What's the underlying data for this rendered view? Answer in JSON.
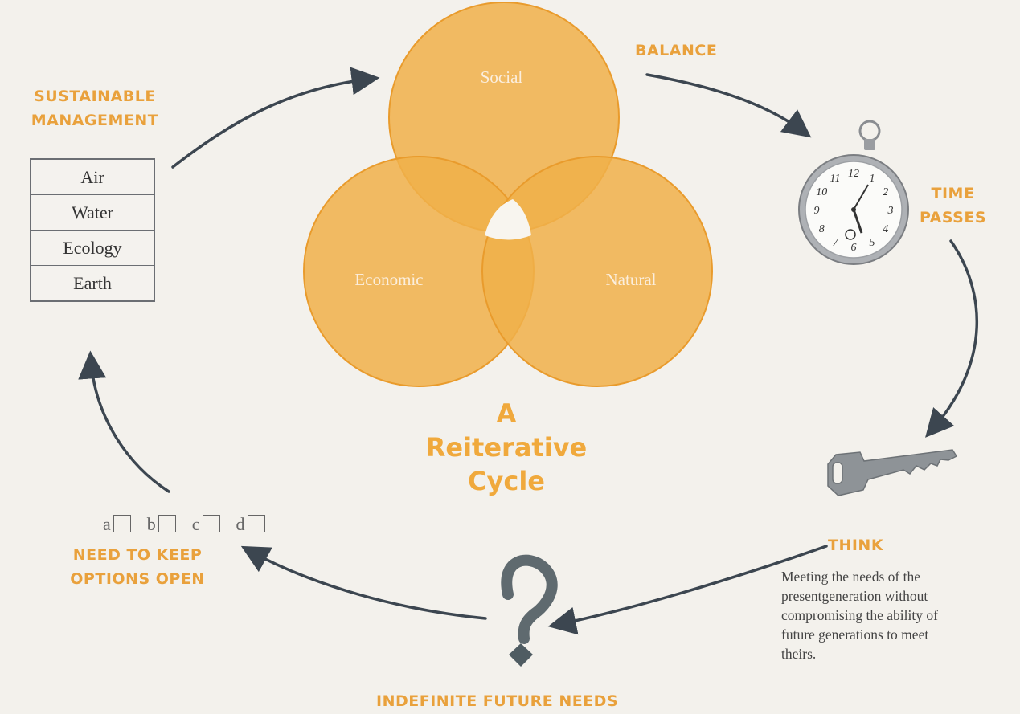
{
  "venn": {
    "social": "Social",
    "economic": "Economic",
    "natural": "Natural",
    "fill": "#f0b04a",
    "stroke": "#e99b2c"
  },
  "labels": {
    "balance": "BALANCE",
    "sustainable_line1": "SUSTAINABLE",
    "sustainable_line2": "MANAGEMENT",
    "time_line1": "TIME",
    "time_line2": "PASSES",
    "think": "THINK",
    "options_line1": "NEED TO KEEP",
    "options_line2": "OPTIONS OPEN",
    "future": "INDEFINITE FUTURE NEEDS"
  },
  "management_items": [
    "Air",
    "Water",
    "Ecology",
    "Earth"
  ],
  "options": [
    "a",
    "b",
    "c",
    "d"
  ],
  "cycle_title": [
    "A",
    "Reiterative",
    "Cycle"
  ],
  "think_text": [
    "Meeting the needs of the",
    "presentgeneration without",
    "compromising the ability of",
    "future generations to meet",
    "theirs."
  ],
  "clock_numbers": [
    "12",
    "1",
    "2",
    "3",
    "4",
    "5",
    "6",
    "7",
    "8",
    "9",
    "10",
    "11"
  ],
  "colors": {
    "accent": "#e9a13c",
    "arrow": "#3c4650",
    "background": "#f3f1ec"
  },
  "icons": [
    "stopwatch-icon",
    "key-icon",
    "question-mark-icon"
  ]
}
